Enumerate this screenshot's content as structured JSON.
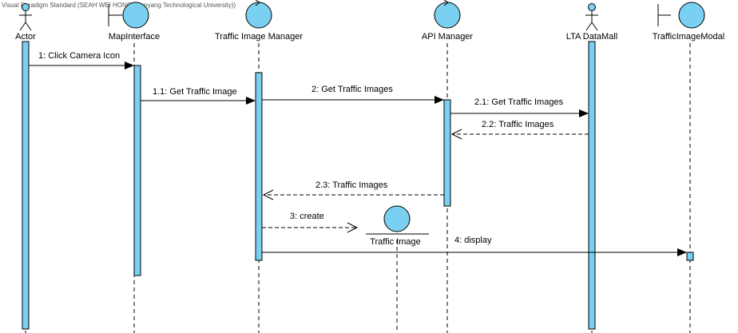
{
  "watermark": "Visual Paradigm Standard (SEAH WEI HONG (Nanyang Technological University))",
  "colors": {
    "fill": "#79d0f0",
    "stroke": "#000000",
    "background": "#ffffff"
  },
  "lifelines": [
    {
      "id": "actor",
      "name": "Actor",
      "kind": "actor-icon"
    },
    {
      "id": "map",
      "name": "MapInterface",
      "kind": "boundary-icon"
    },
    {
      "id": "tim",
      "name": "Traffic Image Manager",
      "kind": "control-icon"
    },
    {
      "id": "api",
      "name": "API Manager",
      "kind": "control-icon"
    },
    {
      "id": "lta",
      "name": "LTA DataMall",
      "kind": "actor-icon"
    },
    {
      "id": "modal",
      "name": "TrafficImageModal",
      "kind": "boundary-icon"
    }
  ],
  "created_object": {
    "name": "Traffic Image",
    "kind": "entity-icon"
  },
  "messages": [
    {
      "id": "m1",
      "label": "1: Click Camera Icon",
      "from": "actor",
      "to": "map",
      "type": "sync"
    },
    {
      "id": "m11",
      "label": "1.1: Get Traffic Image",
      "from": "map",
      "to": "tim",
      "type": "sync"
    },
    {
      "id": "m2",
      "label": "2: Get Traffic Images",
      "from": "tim",
      "to": "api",
      "type": "sync"
    },
    {
      "id": "m21",
      "label": "2.1: Get Traffic Images",
      "from": "api",
      "to": "lta",
      "type": "sync"
    },
    {
      "id": "m22",
      "label": "2.2: Traffic Images",
      "from": "lta",
      "to": "api",
      "type": "return"
    },
    {
      "id": "m23",
      "label": "2.3: Traffic Images",
      "from": "api",
      "to": "tim",
      "type": "return"
    },
    {
      "id": "m3",
      "label": "3: create",
      "from": "tim",
      "to": "traffic-image",
      "type": "create"
    },
    {
      "id": "m4",
      "label": "4: display",
      "from": "tim",
      "to": "modal",
      "type": "sync"
    }
  ]
}
